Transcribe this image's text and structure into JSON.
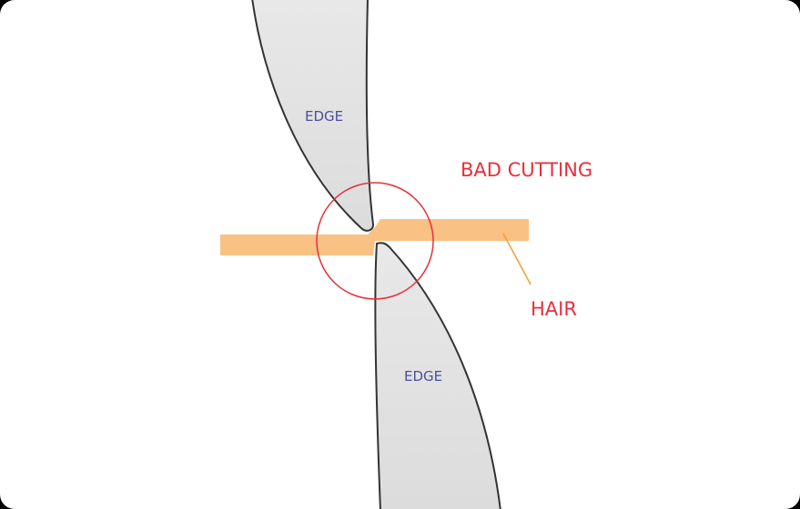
{
  "labels": {
    "edge_top": "EDGE",
    "edge_bottom": "EDGE",
    "title": "BAD CUTTING",
    "hair": "HAIR"
  },
  "colors": {
    "blade_fill": "#e4e4e4",
    "blade_stroke": "#333333",
    "hair": "#f9c184",
    "hair_pointer": "#f0a030",
    "highlight": "#e8303a",
    "edge_text": "#4a4f9e"
  }
}
